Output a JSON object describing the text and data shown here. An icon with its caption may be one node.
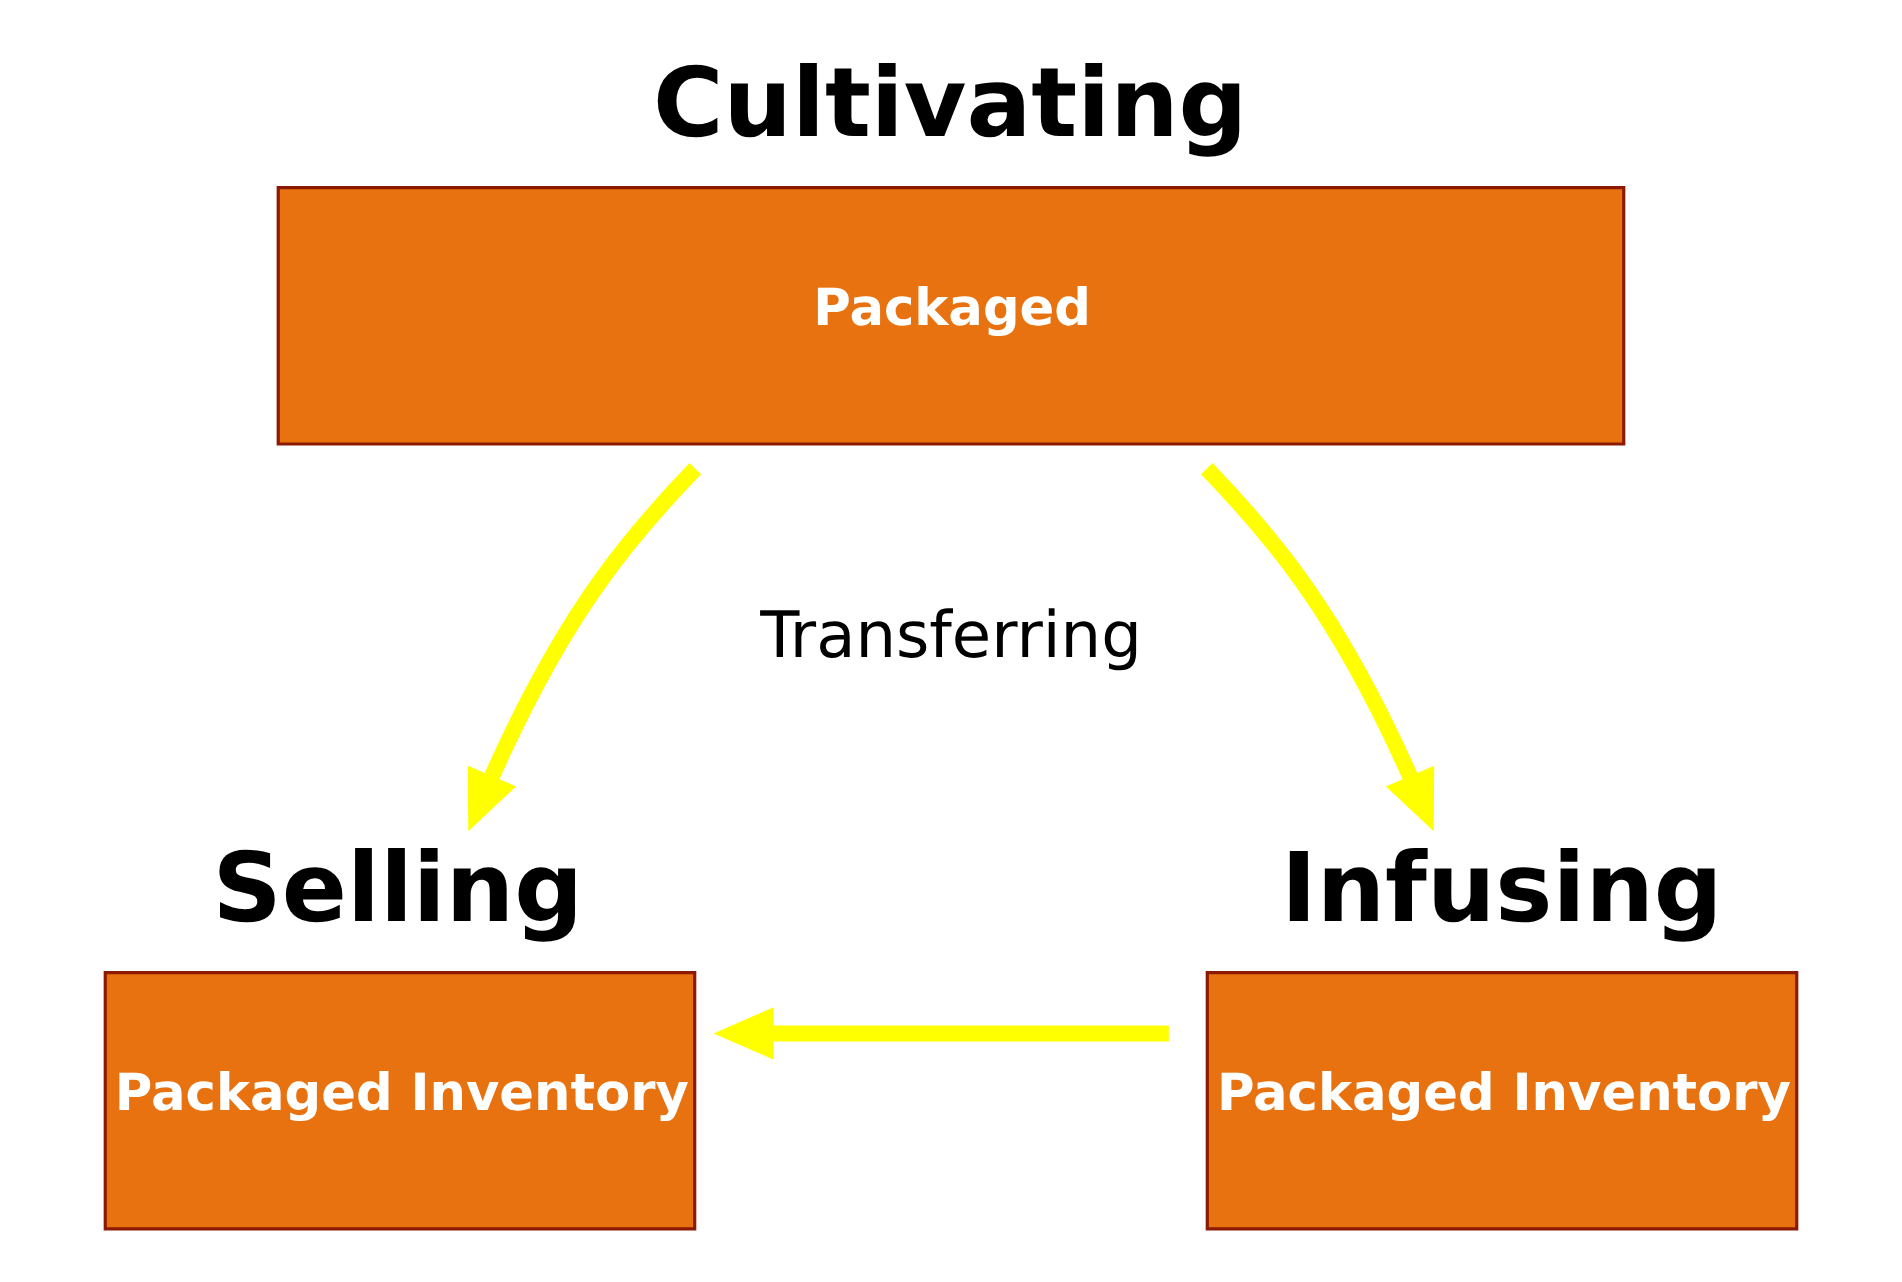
{
  "diagram": {
    "nodes": [
      {
        "text": [
          "Cultivating",
          "Packaged"
        ]
      },
      {
        "text": [
          "Selling",
          "Packaged Inventory"
        ]
      },
      {
        "text": [
          "Infusing",
          "Packaged Inventory"
        ]
      }
    ],
    "edges": [
      {
        "from": 0,
        "to": 1,
        "arrow": "to",
        "color": "#ffff00"
      },
      {
        "from": 0,
        "to": 2,
        "arrow": "to",
        "color": "#ffff00"
      },
      {
        "from": 2,
        "to": 1,
        "arrow": "to",
        "color": "#ffff00"
      }
    ],
    "labels": [
      "Transferring"
    ]
  }
}
